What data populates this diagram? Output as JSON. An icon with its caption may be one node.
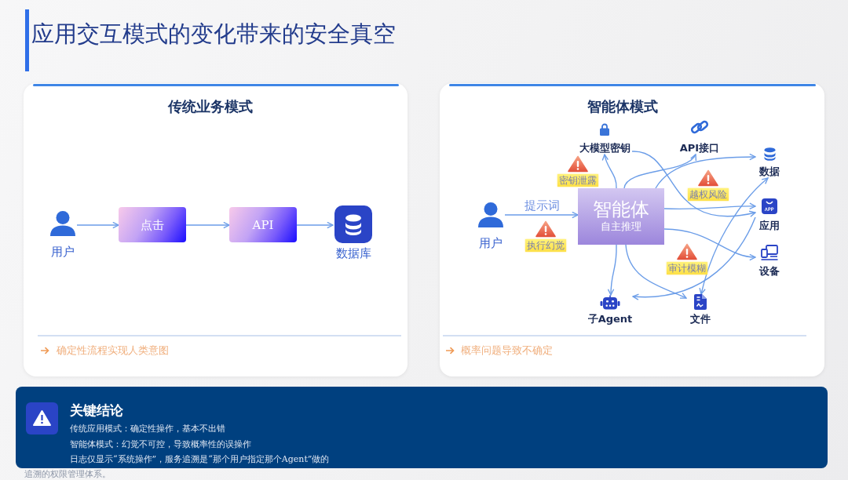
{
  "diagram": {
    "title": "应用交互模式的变化带来的安全真空",
    "nodes": [
      {
        "text": [
          "传统业务模式",
          "确定性流程实现人类意图"
        ]
      },
      {
        "text": [
          "用户"
        ],
        "in": 0
      },
      {
        "text": [
          "点击"
        ],
        "in": 0
      },
      {
        "text": [
          "API"
        ],
        "in": 0
      },
      {
        "text": [
          "数据库"
        ],
        "in": 0
      },
      {
        "text": [
          "智能体模式",
          "概率问题导致不确定"
        ]
      },
      {
        "text": [
          "用户"
        ],
        "in": 5
      },
      {
        "text": [
          "智能体",
          "自主推理"
        ],
        "in": 5
      },
      {
        "text": [
          "大模型密钥"
        ],
        "in": 5
      },
      {
        "text": [
          "API接口"
        ],
        "in": 5
      },
      {
        "text": [
          "数据"
        ],
        "in": 5
      },
      {
        "text": [
          "应用"
        ],
        "in": 5
      },
      {
        "text": [
          "设备"
        ],
        "in": 5
      },
      {
        "text": [
          "子Agent"
        ],
        "in": 5
      },
      {
        "text": [
          "文件"
        ],
        "in": 5
      },
      {
        "text": [
          "密钥泄露"
        ],
        "in": 5
      },
      {
        "text": [
          "执行幻觉"
        ],
        "in": 5
      },
      {
        "text": [
          "越权风险"
        ],
        "in": 5
      },
      {
        "text": [
          "审计模糊"
        ],
        "in": 5
      },
      {
        "text": [
          "关键结论",
          "传统应用模式：确定性操作，基本不出错",
          "智能体模式：幻觉不可控，导致概率性的误操作",
          "日志仅显示“系统操作”，服务追溯是“那个用户指定那个Agent”做的"
        ]
      }
    ],
    "edges": [
      {
        "from": 1,
        "to": 2,
        "arrow": "to"
      },
      {
        "from": 2,
        "to": 3,
        "arrow": "to"
      },
      {
        "from": 3,
        "to": 4,
        "arrow": "to"
      },
      {
        "from": 6,
        "to": 7,
        "arrow": "to",
        "label": "提示词"
      },
      {
        "from": 7,
        "to": 8,
        "arrow": "to"
      },
      {
        "from": 7,
        "to": 9,
        "arrow": "to"
      },
      {
        "from": 7,
        "to": 10,
        "arrow": "to"
      },
      {
        "from": 7,
        "to": 11,
        "arrow": "to"
      },
      {
        "from": 7,
        "to": 12,
        "arrow": "to"
      },
      {
        "from": 7,
        "to": 13,
        "arrow": "to"
      },
      {
        "from": 7,
        "to": 14,
        "arrow": "to"
      },
      {
        "from": 8,
        "to": 11,
        "arrow": "to"
      },
      {
        "from": 11,
        "to": 13,
        "arrow": "to"
      },
      {
        "from": 10,
        "to": 14,
        "arrow": "both"
      }
    ],
    "labels": [
      "追溯的权限管理体系。"
    ]
  }
}
